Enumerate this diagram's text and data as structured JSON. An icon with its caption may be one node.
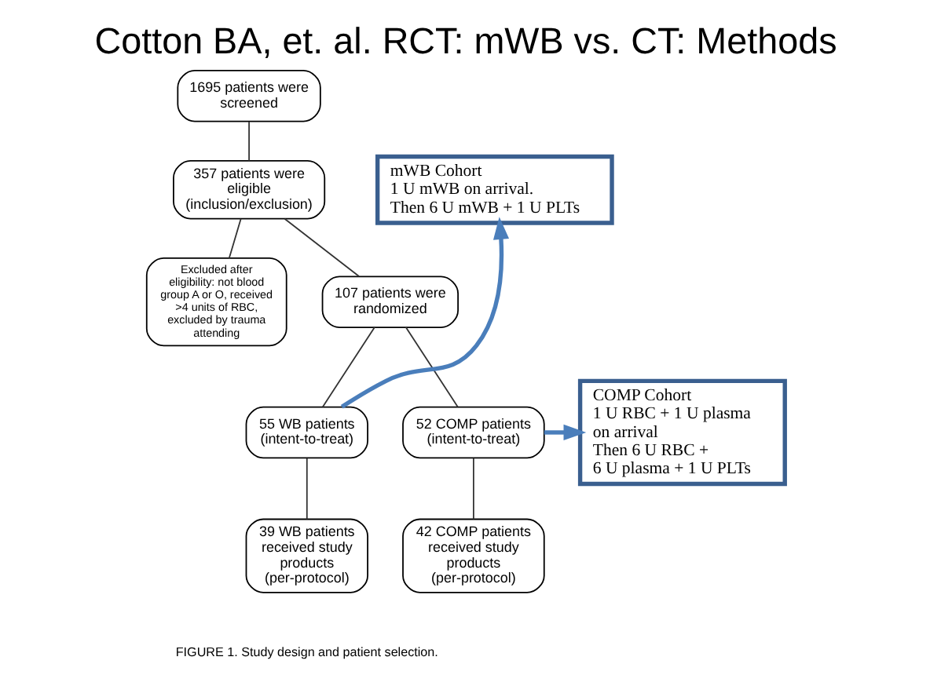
{
  "diagram": {
    "title": "Cotton BA, et. al. RCT: mWB vs. CT: Methods",
    "caption": "FIGURE 1. Study design and patient selection.",
    "nodes": [
      {
        "text": [
          "1695 patients were screened"
        ]
      },
      {
        "text": [
          "357 patients were eligible (inclusion/exclusion)"
        ]
      },
      {
        "text": [
          "Excluded after eligibility: not blood group A or O, received >4 units of RBC, excluded by trauma attending"
        ]
      },
      {
        "text": [
          "107 patients were randomized"
        ]
      },
      {
        "text": [
          "55 WB patients (intent-to-treat)"
        ]
      },
      {
        "text": [
          "52 COMP patients (intent-to-treat)"
        ]
      },
      {
        "text": [
          "39 WB patients received study products (per-protocol)"
        ]
      },
      {
        "text": [
          "42 COMP patients received study products (per-protocol)"
        ]
      },
      {
        "text": [
          "mWB Cohort",
          "1 U mWB on arrival.",
          "Then 6 U mWB + 1 U PLTs"
        ]
      },
      {
        "text": [
          "COMP Cohort",
          "1 U RBC + 1 U plasma",
          "on arrival",
          "Then 6 U RBC +",
          "6 U plasma + 1 U PLTs"
        ]
      }
    ],
    "edges": [
      {
        "from": 0,
        "to": 1,
        "arrow": "none"
      },
      {
        "from": 1,
        "to": 2,
        "arrow": "none"
      },
      {
        "from": 1,
        "to": 3,
        "arrow": "none"
      },
      {
        "from": 3,
        "to": 4,
        "arrow": "none"
      },
      {
        "from": 3,
        "to": 5,
        "arrow": "none"
      },
      {
        "from": 4,
        "to": 6,
        "arrow": "none"
      },
      {
        "from": 5,
        "to": 7,
        "arrow": "none"
      },
      {
        "from": 4,
        "to": 8,
        "arrow": "to",
        "style": "thick",
        "color": "#4a7ebb"
      },
      {
        "from": 5,
        "to": 9,
        "arrow": "to",
        "style": "thick",
        "color": "#4a7ebb"
      }
    ]
  }
}
